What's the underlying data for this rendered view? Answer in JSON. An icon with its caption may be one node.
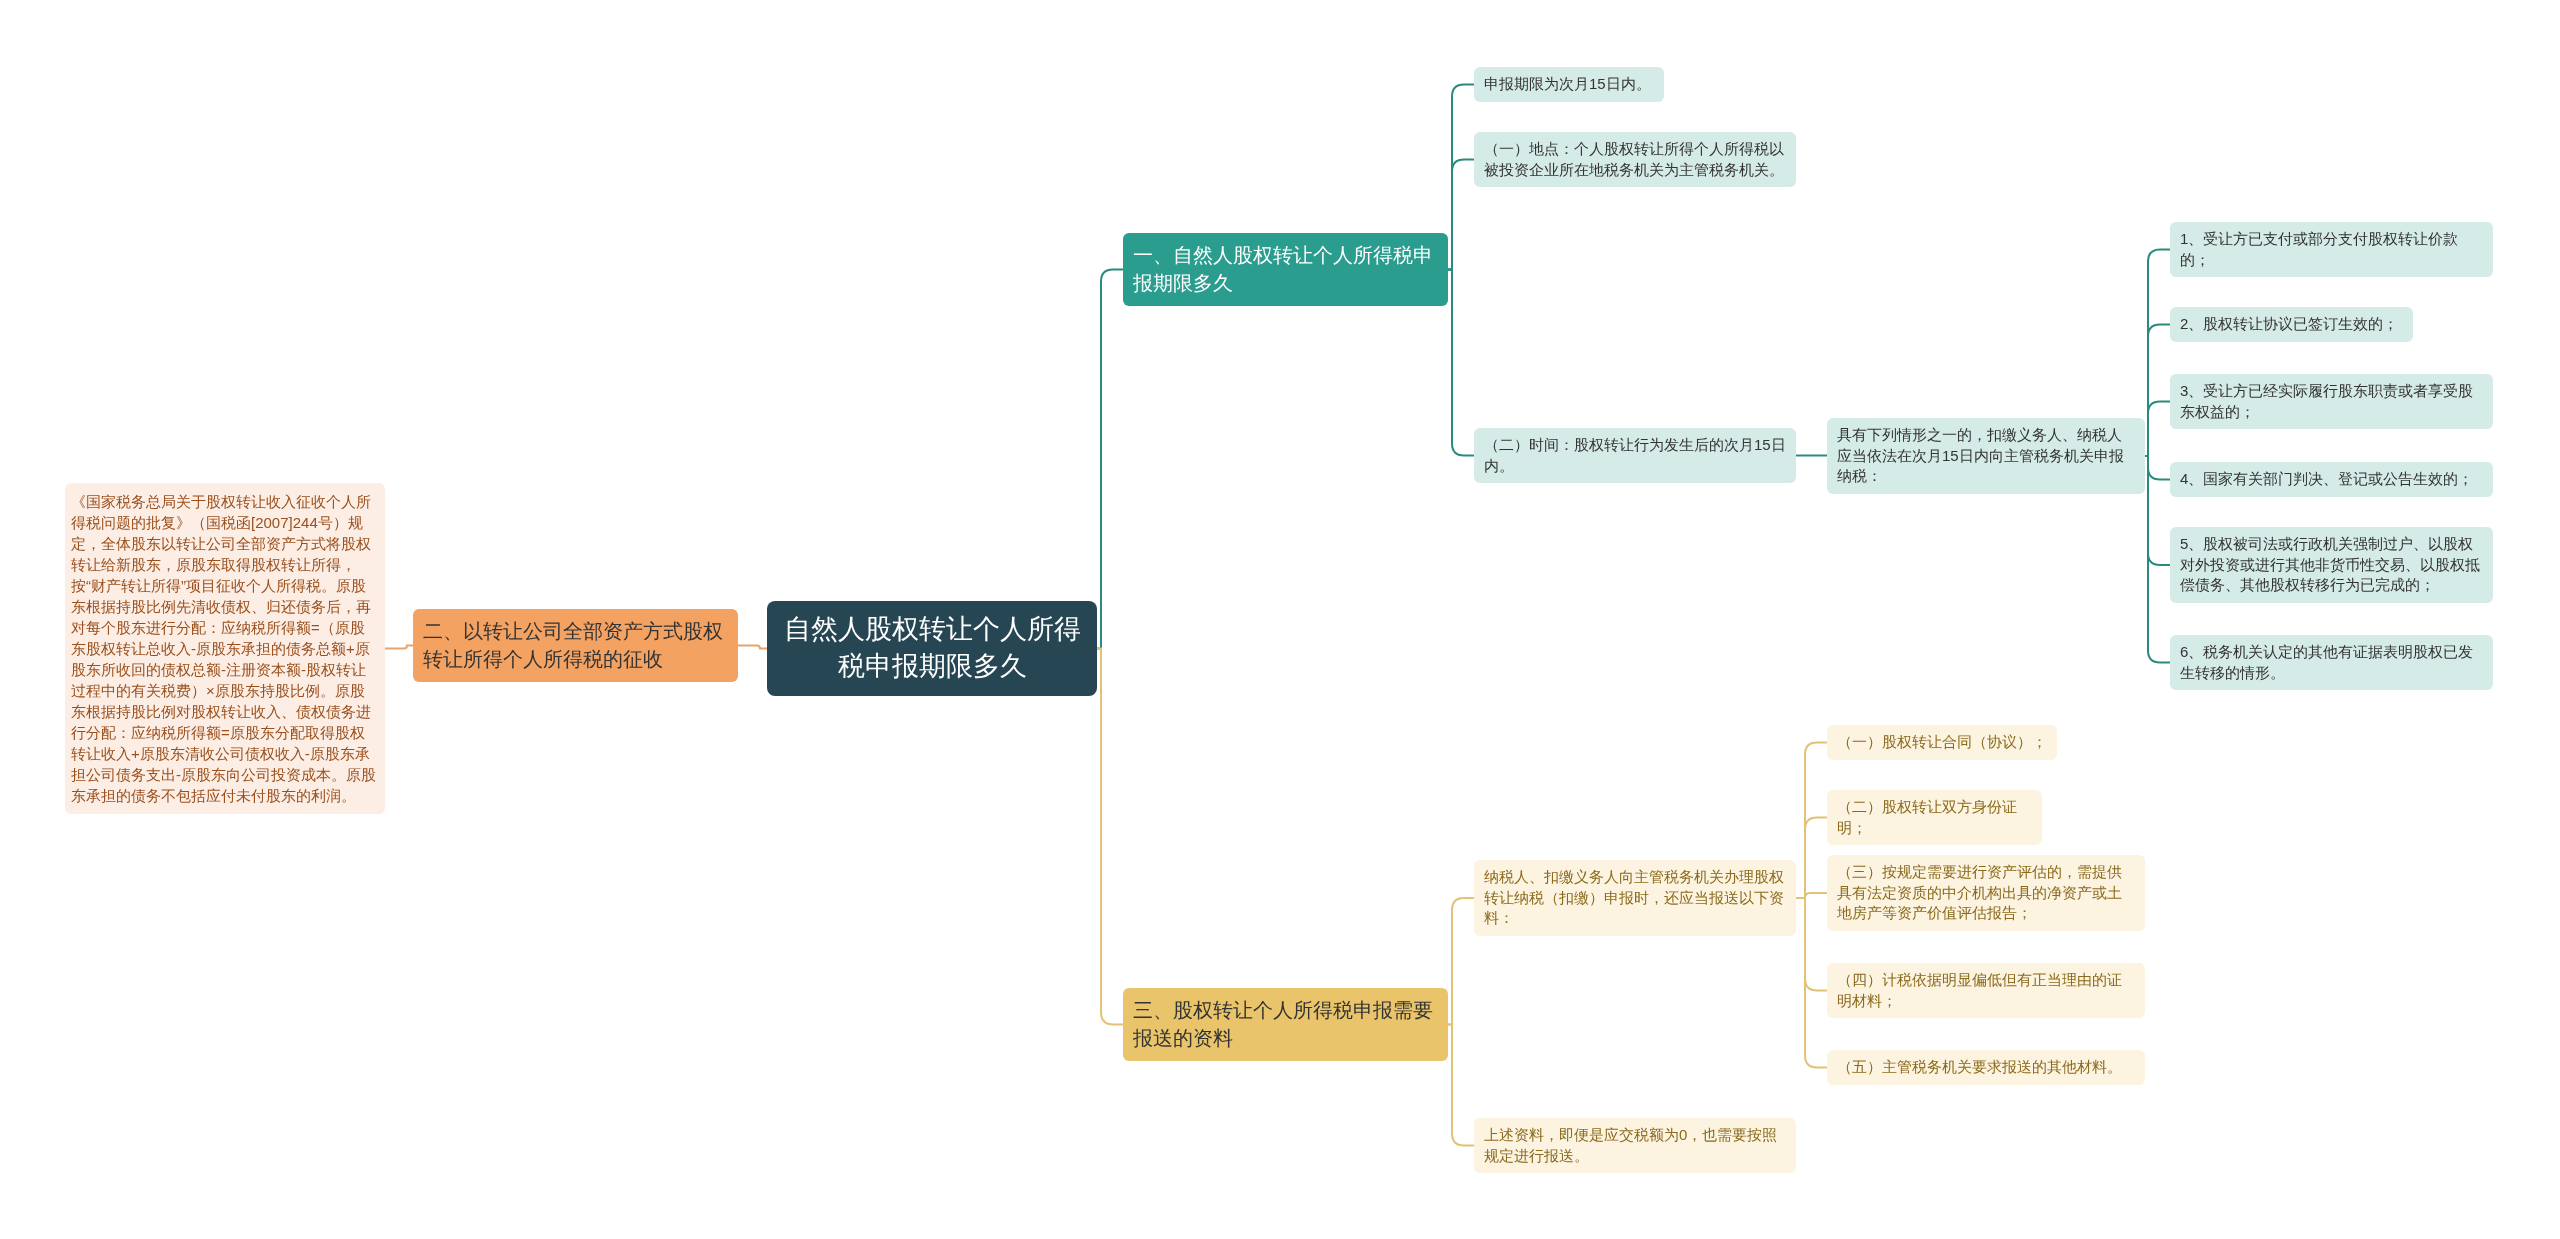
{
  "diagram": {
    "nodes": [
      {
        "text": [
          "自然人股权转让个人所得税申报期限多久"
        ]
      },
      {
        "text": [
          "二、以转让公司全部资产方式股权转让所得个人所得税的征收"
        ]
      },
      {
        "text": [
          "《国家税务总局关于股权转让收入征收个人所得税问题的批复》（国税函[2007]244号）规定，全体股东以转让公司全部资产方式将股权转让给新股东，原股东取得股权转让所得，按“财产转让所得”项目征收个人所得税。原股东根据持股比例先清收债权、归还债务后，再对每个股东进行分配：应纳税所得额=（原股东股权转让总收入-原股东承担的债务总额+原股东所收回的债权总额-注册资本额-股权转让过程中的有关税费）×原股东持股比例。原股东根据持股比例对股权转让收入、债权债务进行分配：应纳税所得额=原股东分配取得股权转让收入+原股东清收公司债权收入-原股东承担公司债务支出-原股东向公司投资成本。原股东承担的债务不包括应付未付股东的利润。"
        ]
      },
      {
        "text": [
          "一、自然人股权转让个人所得税申报期限多久"
        ]
      },
      {
        "text": [
          "申报期限为次月15日内。"
        ]
      },
      {
        "text": [
          "（一）地点：个人股权转让所得个人所得税以被投资企业所在地税务机关为主管税务机关。"
        ]
      },
      {
        "text": [
          "（二）时间：股权转让行为发生后的次月15日内。"
        ]
      },
      {
        "text": [
          "具有下列情形之一的，扣缴义务人、纳税人应当依法在次月15日内向主管税务机关申报纳税："
        ]
      },
      {
        "text": [
          "1、受让方已支付或部分支付股权转让价款的；"
        ]
      },
      {
        "text": [
          "2、股权转让协议已签订生效的；"
        ]
      },
      {
        "text": [
          "3、受让方已经实际履行股东职责或者享受股东权益的；"
        ]
      },
      {
        "text": [
          "4、国家有关部门判决、登记或公告生效的；"
        ]
      },
      {
        "text": [
          "5、股权被司法或行政机关强制过户、以股权对外投资或进行其他非货币性交易、以股权抵偿债务、其他股权转移行为已完成的；"
        ]
      },
      {
        "text": [
          "6、税务机关认定的其他有证据表明股权已发生转移的情形。"
        ]
      },
      {
        "text": [
          "三、股权转让个人所得税申报需要报送的资料"
        ]
      },
      {
        "text": [
          "纳税人、扣缴义务人向主管税务机关办理股权转让纳税（扣缴）申报时，还应当报送以下资料："
        ]
      },
      {
        "text": [
          "上述资料，即便是应交税额为0，也需要按照规定进行报送。"
        ]
      },
      {
        "text": [
          "（一）股权转让合同（协议）；"
        ]
      },
      {
        "text": [
          "（二）股权转让双方身份证明；"
        ]
      },
      {
        "text": [
          "（三）按规定需要进行资产评估的，需提供具有法定资质的中介机构出具的净资产或土地房产等资产价值评估报告；"
        ]
      },
      {
        "text": [
          "（四）计税依据明显偏低但有正当理由的证明材料；"
        ]
      },
      {
        "text": [
          "（五）主管税务机关要求报送的其他材料。"
        ]
      }
    ],
    "edges": [
      {
        "from": 0,
        "to": 1,
        "arrow": "none",
        "color": "#e8a469"
      },
      {
        "from": 1,
        "to": 2,
        "arrow": "none",
        "color": "#e8a469"
      },
      {
        "from": 0,
        "to": 3,
        "arrow": "none"
      },
      {
        "from": 3,
        "to": 4,
        "arrow": "none"
      },
      {
        "from": 3,
        "to": 5,
        "arrow": "none"
      },
      {
        "from": 3,
        "to": 6,
        "arrow": "none"
      },
      {
        "from": 6,
        "to": 7,
        "arrow": "none"
      },
      {
        "from": 7,
        "to": 8,
        "arrow": "none"
      },
      {
        "from": 7,
        "to": 9,
        "arrow": "none"
      },
      {
        "from": 7,
        "to": 10,
        "arrow": "none"
      },
      {
        "from": 7,
        "to": 11,
        "arrow": "none"
      },
      {
        "from": 7,
        "to": 12,
        "arrow": "none"
      },
      {
        "from": 7,
        "to": 13,
        "arrow": "none"
      },
      {
        "from": 0,
        "to": 14,
        "arrow": "none",
        "color": "#e2c274"
      },
      {
        "from": 14,
        "to": 15,
        "arrow": "none",
        "color": "#e2c274"
      },
      {
        "from": 14,
        "to": 16,
        "arrow": "none",
        "color": "#e2c274"
      },
      {
        "from": 15,
        "to": 17,
        "arrow": "none",
        "color": "#e2c274"
      },
      {
        "from": 15,
        "to": 18,
        "arrow": "none",
        "color": "#e2c274"
      },
      {
        "from": 15,
        "to": 19,
        "arrow": "none",
        "color": "#e2c274"
      },
      {
        "from": 15,
        "to": 20,
        "arrow": "none",
        "color": "#e2c274"
      },
      {
        "from": 15,
        "to": 21,
        "arrow": "none",
        "color": "#e2c274"
      }
    ]
  }
}
